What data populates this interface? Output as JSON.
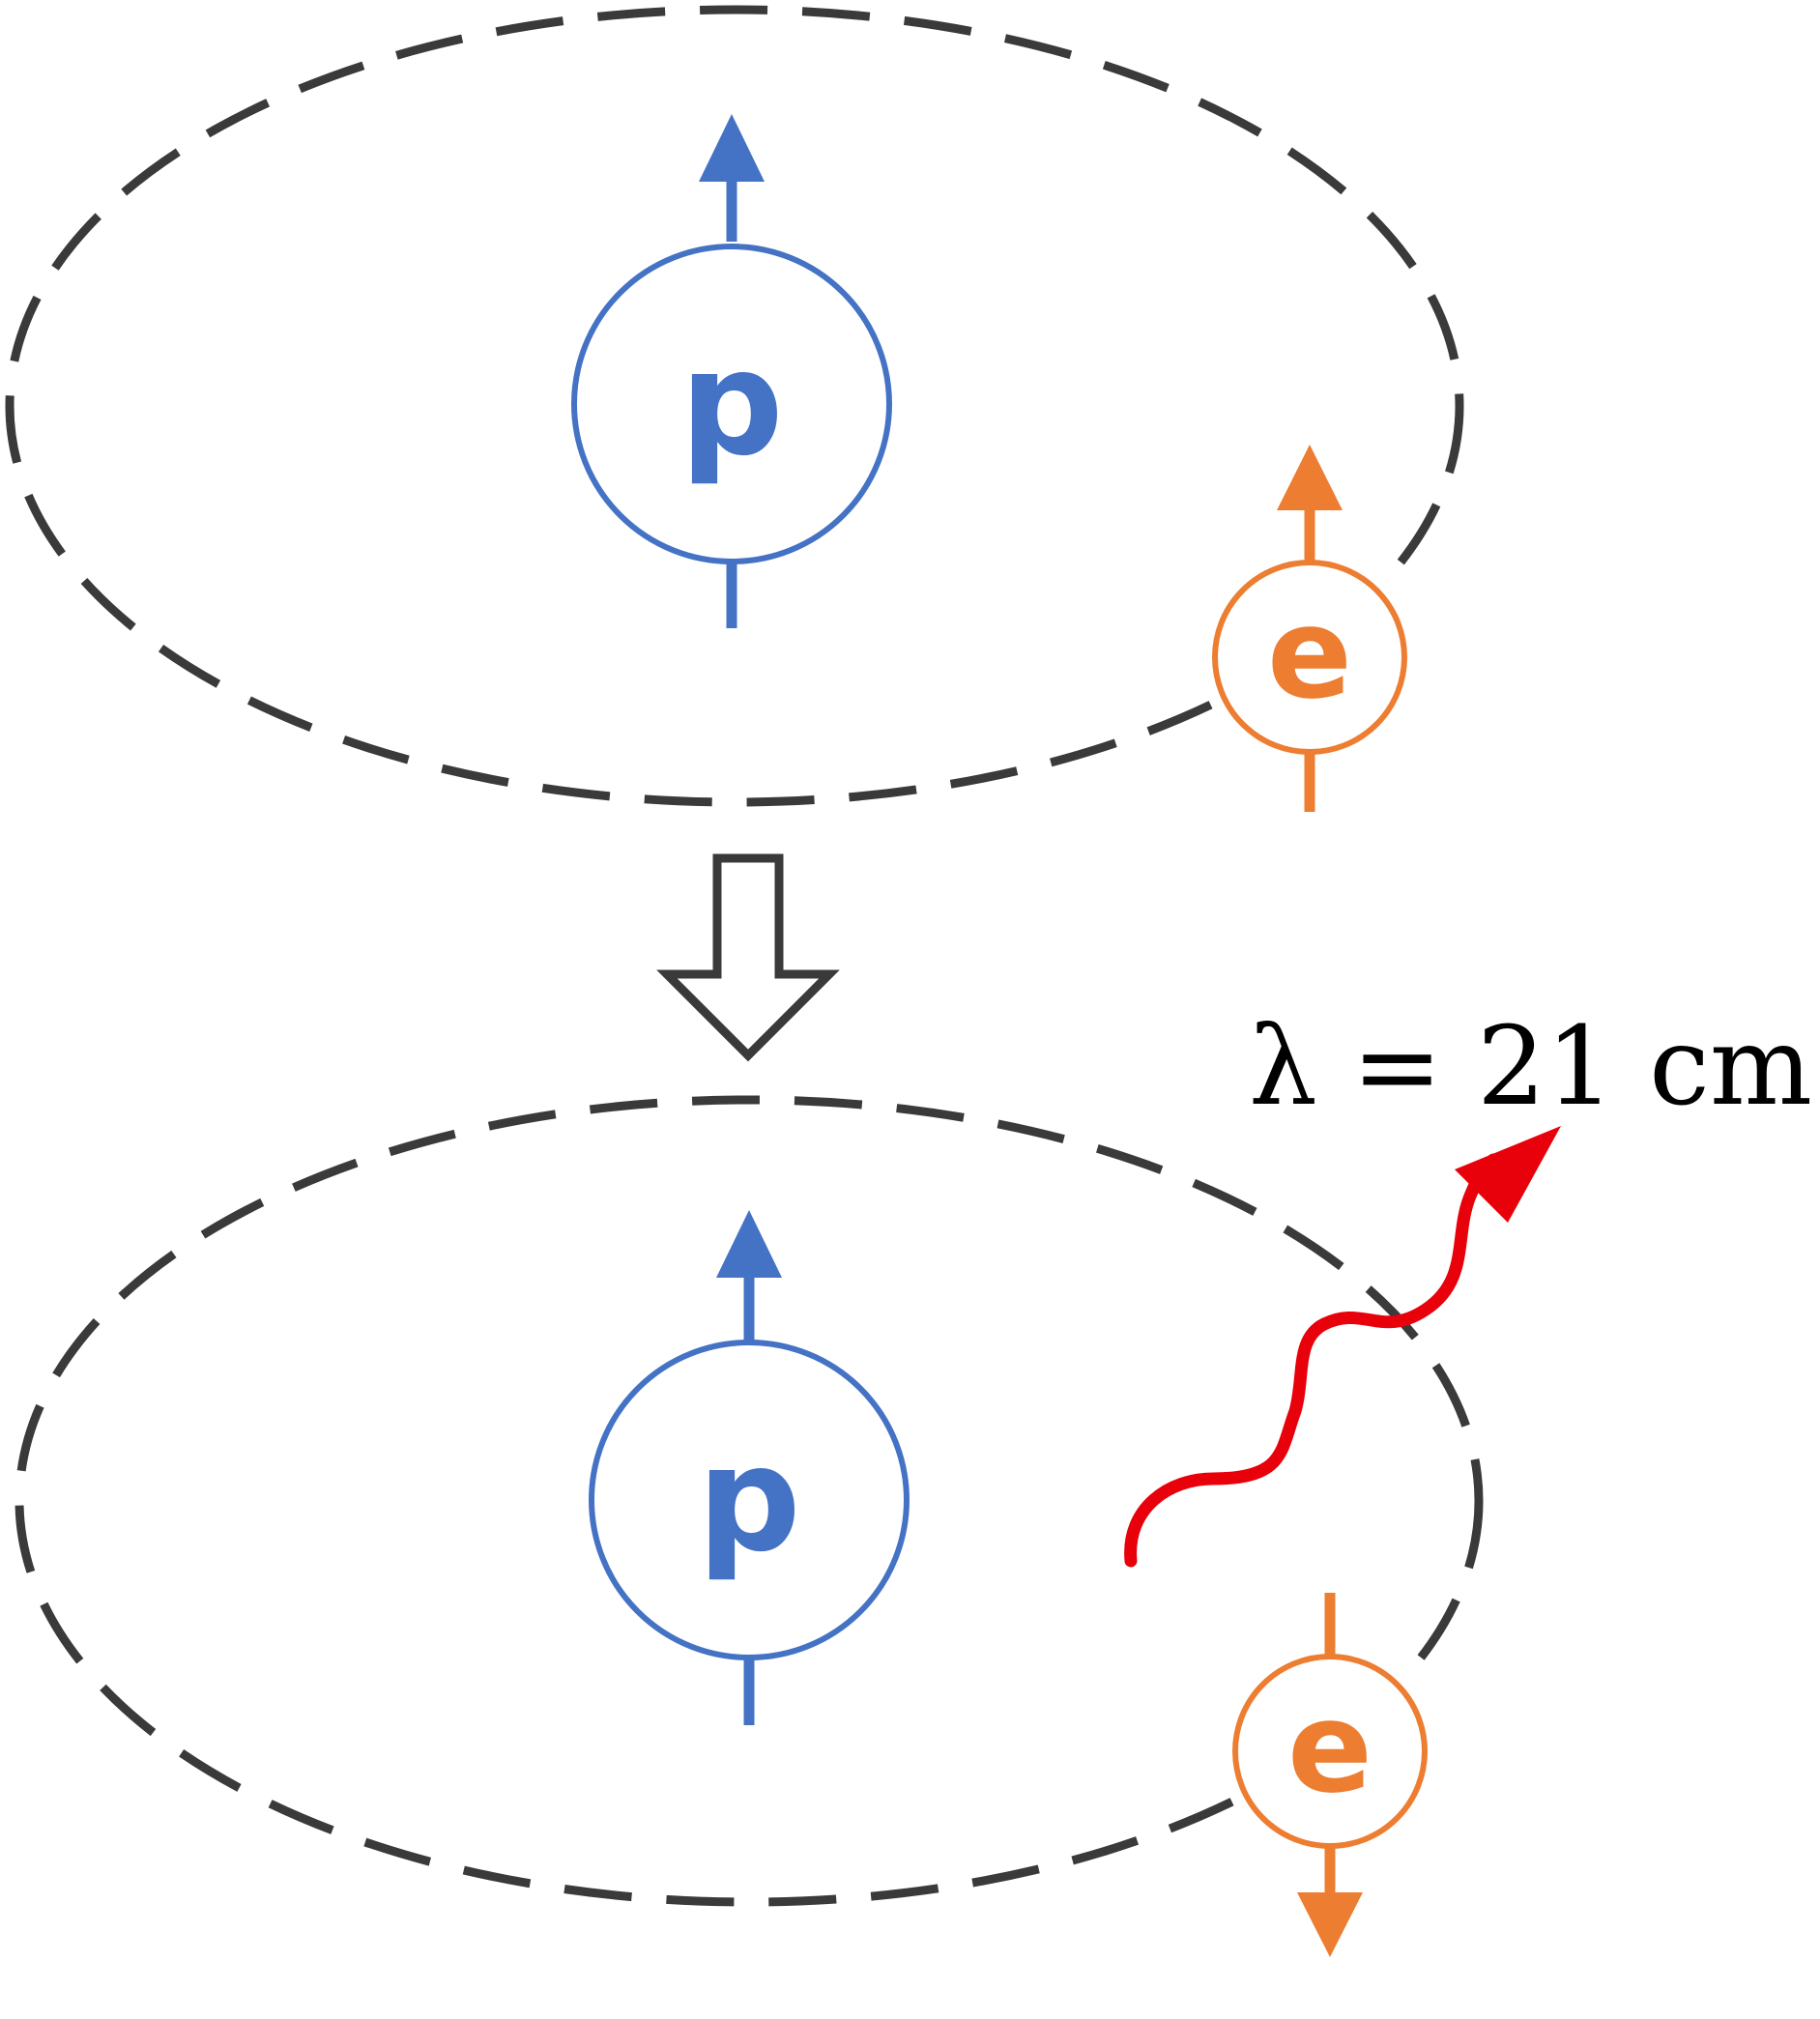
{
  "colors": {
    "proton": "#4472c4",
    "electron": "#ed7d31",
    "photon": "#e8000a",
    "orbit": "#3a3a3a"
  },
  "top_state": {
    "proton_label": "p",
    "electron_label": "e",
    "proton_spin": "up",
    "electron_spin": "up"
  },
  "bottom_state": {
    "proton_label": "p",
    "electron_label": "e",
    "proton_spin": "up",
    "electron_spin": "down"
  },
  "photon": {
    "label": "λ = 21 cm"
  }
}
